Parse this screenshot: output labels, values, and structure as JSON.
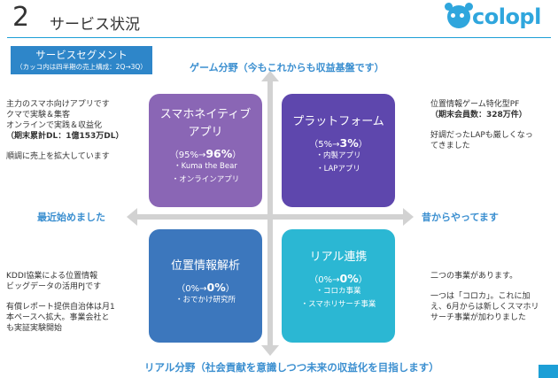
{
  "header": {
    "number": "2",
    "title": "サービス状況",
    "logo_text": "colopl"
  },
  "segment": {
    "title": "サービスセグメント",
    "subtitle": "（カッコ内は四半期の売上構成：2Q→3Q）"
  },
  "axes": {
    "top": "ゲーム分野（今もこれからも収益基盤です）",
    "left": "最近始めました",
    "right": "昔からやってます",
    "bottom": "リアル分野（社会貢献を意識しつつ未来の収益化を目指します）"
  },
  "quadrants": {
    "q1": {
      "title1": "スマホネイティブ",
      "title2": "アプリ",
      "ratio_prefix": "（95%→",
      "ratio_value": "96%",
      "ratio_suffix": "）",
      "items": [
        "・Kuma the Bear",
        "・オンラインアプリ"
      ]
    },
    "q2": {
      "title1": "プラットフォーム",
      "ratio_prefix": "（5%→",
      "ratio_value": "3%",
      "ratio_suffix": "）",
      "items": [
        "・内製アプリ",
        "・LAPアプリ"
      ]
    },
    "q3": {
      "title1": "位置情報解析",
      "ratio_prefix": "（0%→",
      "ratio_value": "0%",
      "ratio_suffix": "）",
      "items": [
        "・おでかけ研究所"
      ]
    },
    "q4": {
      "title1": "リアル連携",
      "ratio_prefix": "（0%→",
      "ratio_value": "0%",
      "ratio_suffix": "）",
      "items": [
        "・コロカ事業",
        "・スマホリサーチ事業"
      ]
    }
  },
  "descriptions": {
    "d1": {
      "l1": "主力のスマホ向けアプリです",
      "l2": "クマで実験＆集客",
      "l3": "オンラインで実践＆収益化",
      "l4": "（期末累計DL：1億153万DL）",
      "l5": "順調に売上を拡大しています"
    },
    "d2": {
      "l1": "位置情報ゲーム特化型PF",
      "l2": "（期末会員数：328万件）",
      "l3": "好調だったLAPも厳しくなっ",
      "l4": "てきました"
    },
    "d3": {
      "l1": "KDDI協業による位置情報",
      "l2": "ビッグデータの活用PJです",
      "l3": "有償レポート提供自治体は月1",
      "l4": "本ペースへ拡大。事業会社と",
      "l5": "も実証実験開始"
    },
    "d4": {
      "l1": "二つの事業があります。",
      "l2": "一つは「コロカ」。これに加",
      "l3": "え、6月からは新しくスマホリ",
      "l4": "サーチ事業が加わりました"
    }
  },
  "colors": {
    "accent": "#1d9fd6",
    "q1": "#8a66b5",
    "q2": "#5e47ad",
    "q3": "#3c77bd",
    "q4": "#2bb7d3"
  }
}
